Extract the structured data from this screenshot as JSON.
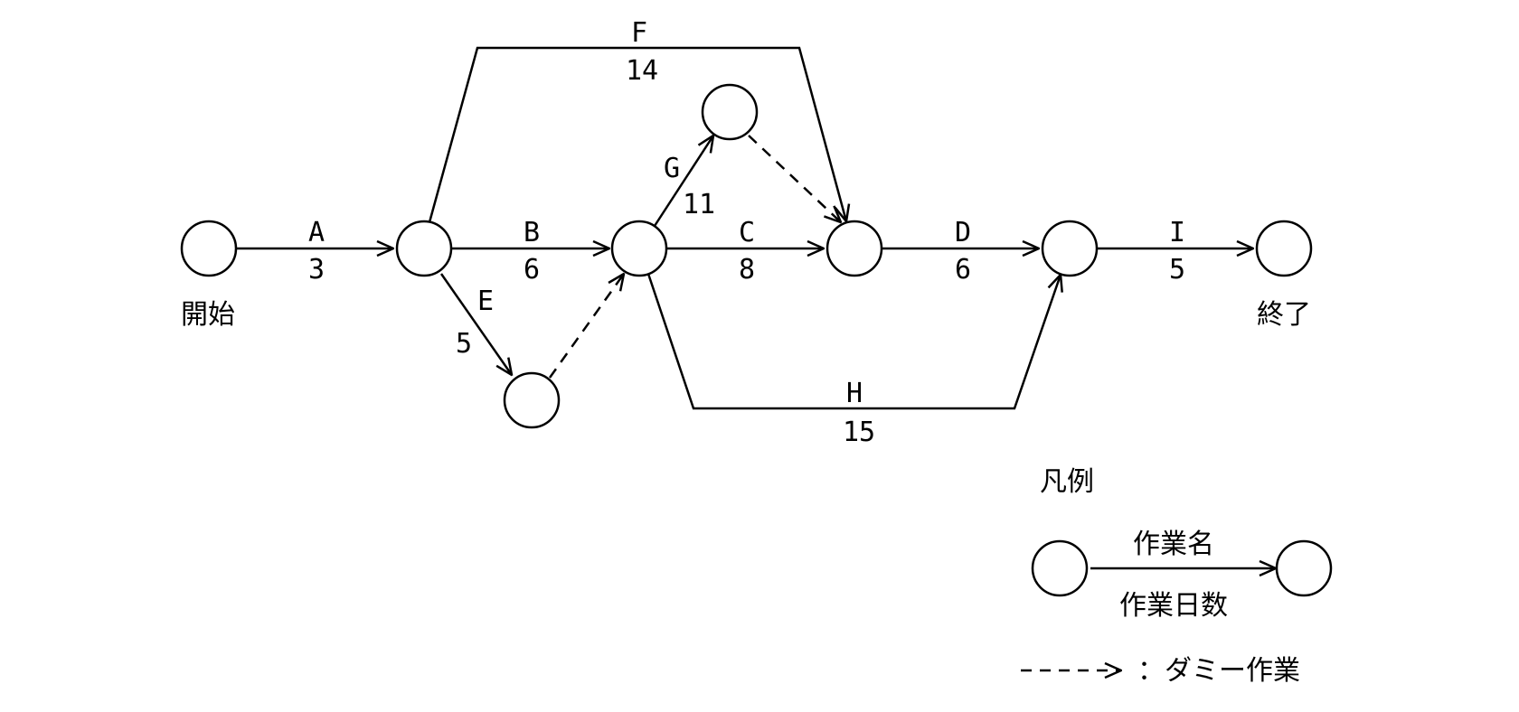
{
  "nodes": {
    "start_label": "開始",
    "end_label": "終了"
  },
  "activities": [
    {
      "id": "A",
      "name": "A",
      "days": "3"
    },
    {
      "id": "B",
      "name": "B",
      "days": "6"
    },
    {
      "id": "C",
      "name": "C",
      "days": "8"
    },
    {
      "id": "D",
      "name": "D",
      "days": "6"
    },
    {
      "id": "E",
      "name": "E",
      "days": "5"
    },
    {
      "id": "F",
      "name": "F",
      "days": "14"
    },
    {
      "id": "G",
      "name": "G",
      "days": "11"
    },
    {
      "id": "H",
      "name": "H",
      "days": "15"
    },
    {
      "id": "I",
      "name": "I",
      "days": "5"
    }
  ],
  "legend": {
    "title": "凡例",
    "activity_name": "作業名",
    "activity_days": "作業日数",
    "dummy_text": "：ダミー作業"
  },
  "colors": {
    "line": "#000000",
    "background": "#ffffff"
  }
}
